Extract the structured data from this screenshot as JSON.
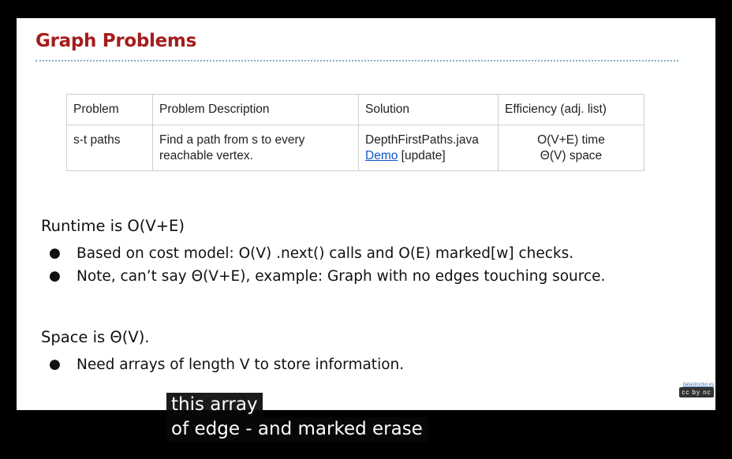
{
  "slide": {
    "title": "Graph Problems",
    "table": {
      "headers": [
        "Problem",
        "Problem Description",
        "Solution",
        "Efficiency (adj. list)"
      ],
      "row": {
        "problem": "s-t paths",
        "description_line1": "Find a path from s to every",
        "description_line2": "reachable vertex.",
        "solution_line1": "DepthFirstPaths.java",
        "solution_link": "Demo",
        "solution_suffix": " [update]",
        "efficiency_line1": "O(V+E) time",
        "efficiency_line2": "Θ(V) space"
      }
    },
    "runtime": {
      "heading": "Runtime is O(V+E)",
      "bullets": [
        "Based on cost model: O(V) .next() calls and O(E) marked[w] checks.",
        "Note, can’t say Θ(V+E), example: Graph with no edges touching source."
      ]
    },
    "space": {
      "heading": "Space is Θ(V).",
      "bullets": [
        "Need arrays of length V to store information."
      ]
    },
    "bullet_glyph": "●",
    "footer": {
      "site": "datastructur.es",
      "license_badge": "cc by nc sa"
    }
  },
  "captions": {
    "line1": "this array",
    "line2": "of edge - and marked erase"
  }
}
